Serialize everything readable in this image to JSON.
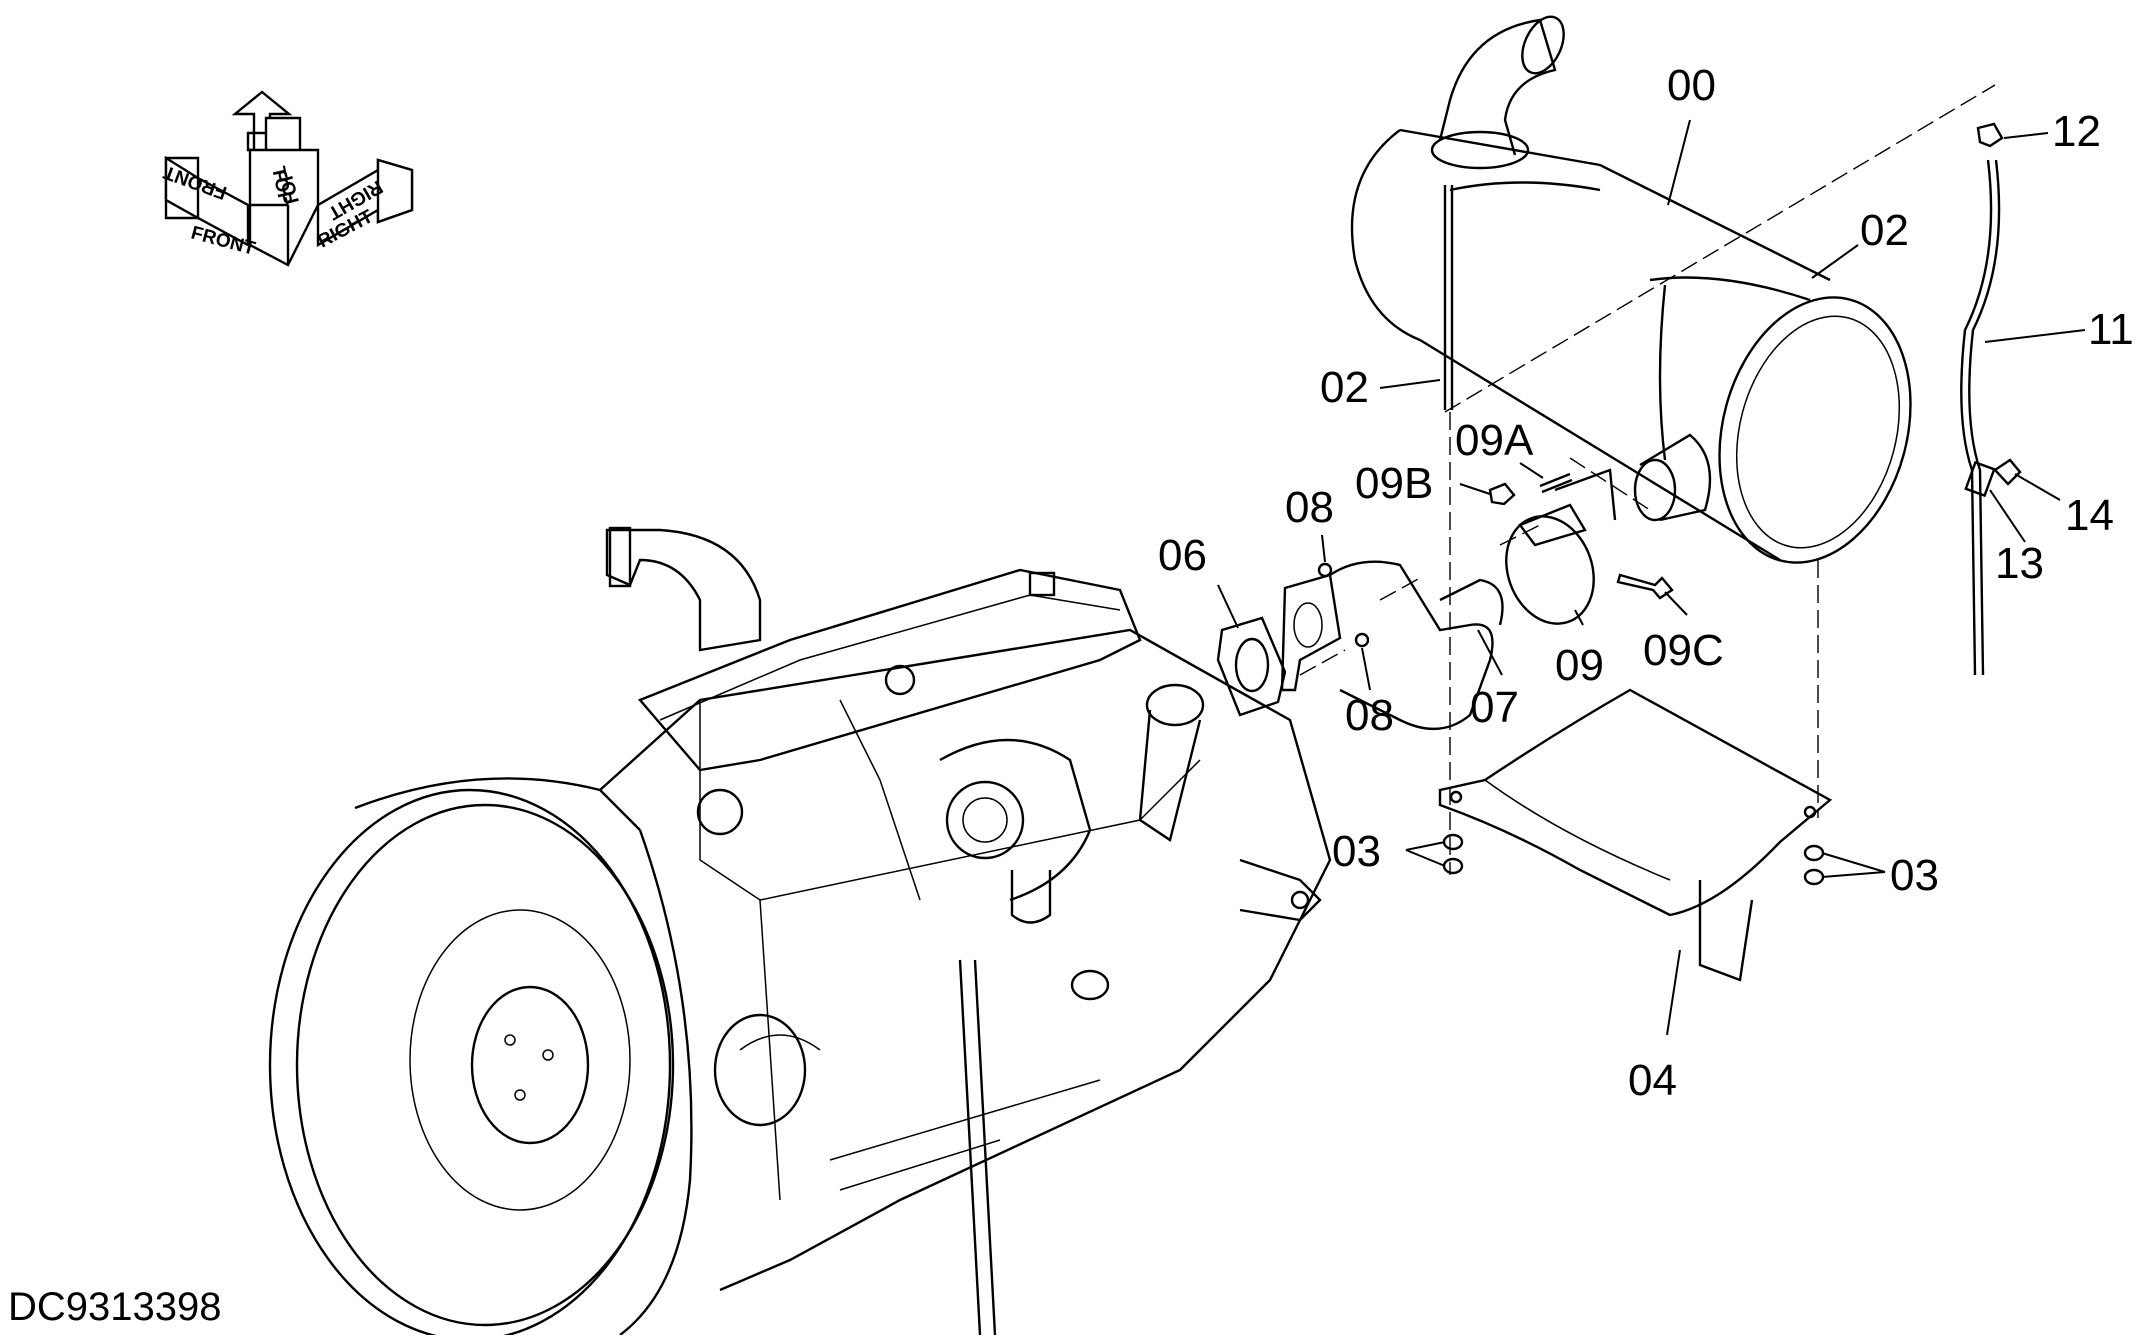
{
  "document": {
    "drawing_id": "DC9313398"
  },
  "orientation": {
    "front": "FRONT",
    "top": "TOP",
    "right": "RIGHT"
  },
  "parts": {
    "p00": "00",
    "p02a": "02",
    "p02b": "02",
    "p03a": "03",
    "p03b": "03",
    "p04": "04",
    "p06": "06",
    "p07": "07",
    "p08a": "08",
    "p08b": "08",
    "p09": "09",
    "p09A": "09A",
    "p09B": "09B",
    "p09C": "09C",
    "p11": "11",
    "p12": "12",
    "p13": "13",
    "p14": "14"
  }
}
